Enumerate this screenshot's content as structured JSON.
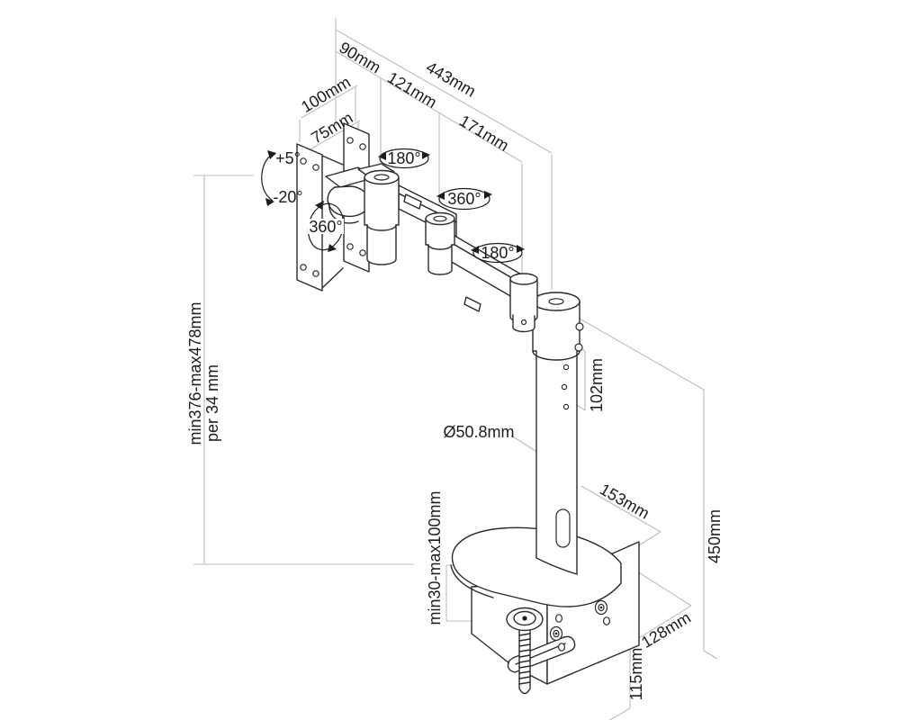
{
  "drawing": {
    "subject": "desk-mount monitor arm dimension drawing",
    "colors": {
      "background": "#ffffff",
      "outline": "#2a2a2a",
      "dimension_line": "#bcbcbc",
      "text": "#1c1c1c"
    },
    "top_dimensions": {
      "total_reach": "443mm",
      "segment_a": "90mm",
      "segment_b": "121mm",
      "segment_c": "171mm"
    },
    "vesa": {
      "outer_pitch": "100mm",
      "inner_pitch": "75mm"
    },
    "tilt": {
      "up": "+5°",
      "down": "-20°"
    },
    "rotation": {
      "head_swivel": "360°",
      "front_joint": "180°",
      "mid_joint": "360°",
      "pole_joint": "180°"
    },
    "height_adjustment": {
      "range": "min376-max478mm",
      "step": "per 34 mm"
    },
    "pole": {
      "diameter": "Ø50.8mm",
      "hole_pitch": "102mm",
      "height": "450mm"
    },
    "base": {
      "depth": "153mm",
      "width": "128mm",
      "clamp_height": "115mm",
      "clamp_capacity": "min30-max100mm"
    }
  }
}
